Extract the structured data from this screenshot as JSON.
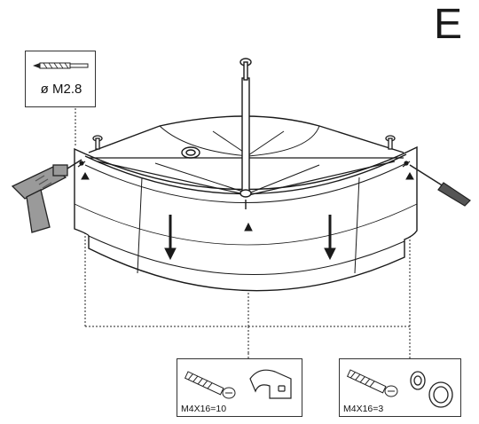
{
  "step": {
    "letter": "E"
  },
  "drill_bit": {
    "size_label": "ø M2.8"
  },
  "hardware": [
    {
      "quantity_label": "M4X16=10"
    },
    {
      "quantity_label": "M4X16=3"
    }
  ],
  "colors": {
    "line": "#1a1a1a",
    "drill_fill": "#9a9a9a",
    "panel_fill": "#ffffff"
  }
}
